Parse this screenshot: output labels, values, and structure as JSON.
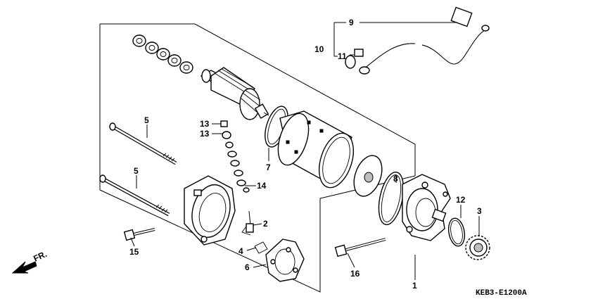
{
  "diagram": {
    "drawing_code": "KEB3-E1200A",
    "front_indicator": "FR.",
    "callouts": [
      {
        "id": "c1",
        "label": "1"
      },
      {
        "id": "c2",
        "label": "2"
      },
      {
        "id": "c3",
        "label": "3"
      },
      {
        "id": "c4",
        "label": "4"
      },
      {
        "id": "c5a",
        "label": "5"
      },
      {
        "id": "c5b",
        "label": "5"
      },
      {
        "id": "c6",
        "label": "6"
      },
      {
        "id": "c7",
        "label": "7"
      },
      {
        "id": "c8",
        "label": "8"
      },
      {
        "id": "c9",
        "label": "9"
      },
      {
        "id": "c10",
        "label": "10"
      },
      {
        "id": "c11",
        "label": "11"
      },
      {
        "id": "c12",
        "label": "12"
      },
      {
        "id": "c13a",
        "label": "13"
      },
      {
        "id": "c13b",
        "label": "13"
      },
      {
        "id": "c14",
        "label": "14"
      },
      {
        "id": "c15",
        "label": "15"
      },
      {
        "id": "c16",
        "label": "16"
      }
    ]
  }
}
